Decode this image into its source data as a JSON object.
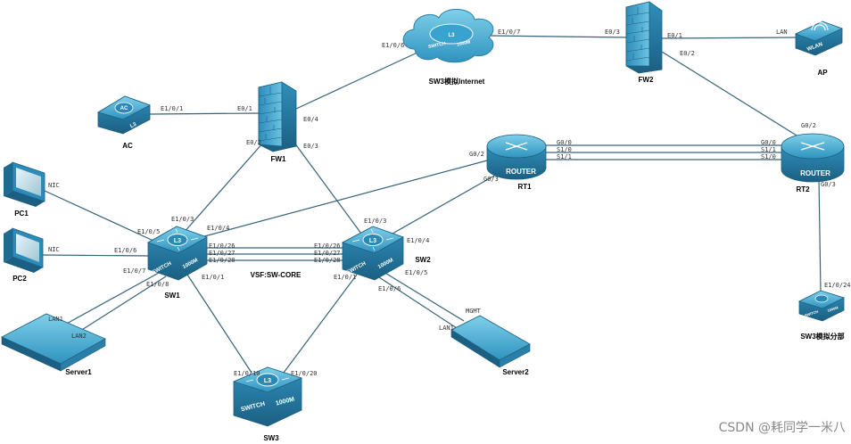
{
  "devices": {
    "sw3_internet": {
      "name": "SW3模拟Internet",
      "label1": "SWITCH",
      "label2": "1000M",
      "badge": "L3"
    },
    "fw1": {
      "name": "FW1"
    },
    "fw2": {
      "name": "FW2"
    },
    "ac": {
      "name": "AC",
      "badge": "AC",
      "label": "L3"
    },
    "ap": {
      "name": "AP",
      "badge": "WLAN"
    },
    "rt1": {
      "name": "RT1",
      "label": "ROUTER"
    },
    "rt2": {
      "name": "RT2",
      "label": "ROUTER"
    },
    "pc1": {
      "name": "PC1"
    },
    "pc2": {
      "name": "PC2"
    },
    "sw1": {
      "name": "SW1",
      "label1": "SWITCH",
      "label2": "1000M",
      "badge": "L3"
    },
    "sw2": {
      "name": "SW2",
      "label1": "SWITCH",
      "label2": "1000M",
      "badge": "L3"
    },
    "sw3": {
      "name": "SW3",
      "label1": "SWITCH",
      "label2": "1000M",
      "badge": "L3"
    },
    "sw3_branch": {
      "name": "SW3模拟分部",
      "label1": "SWITCH",
      "label2": "1000M"
    },
    "server1": {
      "name": "Server1"
    },
    "server2": {
      "name": "Server2"
    }
  },
  "vsf_label": "VSF:SW-CORE",
  "ports": {
    "inet_e106": "E1/0/6",
    "inet_e107": "E1/0/7",
    "fw2_e03": "E0/3",
    "fw2_e01": "E0/1",
    "fw2_e02": "E0/2",
    "ap_lan": "LAN",
    "ac_e101": "E1/0/1",
    "fw1_e01": "E0/1",
    "fw1_e04": "E0/4",
    "fw1_e02": "E0/2",
    "fw1_e03": "E0/3",
    "rt2_g02": "G0/2",
    "rt1_g02": "G0/2",
    "rt1_g00": "G0/0",
    "rt1_s10": "S1/0",
    "rt1_s11": "S1/1",
    "rt2_g00": "G0/0",
    "rt2_s11": "S1/1",
    "rt2_s10": "S1/0",
    "rt1_g03": "G0/3",
    "rt2_g03": "G0/3",
    "pc1_nic": "NIC",
    "pc2_nic": "NIC",
    "sw1_e103": "E1/0/3",
    "sw1_e105": "E1/0/5",
    "sw1_e104": "E1/0/4",
    "sw1_e106": "E1/0/6",
    "sw1_e1026": "E1/0/26",
    "sw1_e1027": "E1/0/27",
    "sw1_e1028": "E1/0/28",
    "sw1_e107": "E1/0/7",
    "sw1_e101": "E1/0/1",
    "sw1_e108": "E1/0/8",
    "sw2_e103": "E1/0/3",
    "sw2_e104": "E1/0/4",
    "sw2_e1026": "E1/0/26",
    "sw2_e1027": "E1/0/27",
    "sw2_e1028": "E1/0/28",
    "sw2_e105": "E1/0/5",
    "sw2_e101": "E1/0/1",
    "sw2_e106": "E1/0/6",
    "srv1_lan1": "LAN1",
    "srv1_lan2": "LAN2",
    "srv2_mgmt": "MGMT",
    "srv2_lan1": "LAN1",
    "sw3_e1010": "E1/0/10",
    "sw3_e1020": "E1/0/20",
    "branch_e1024": "E1/0/24"
  },
  "watermark": "CSDN @耗同学一米八"
}
